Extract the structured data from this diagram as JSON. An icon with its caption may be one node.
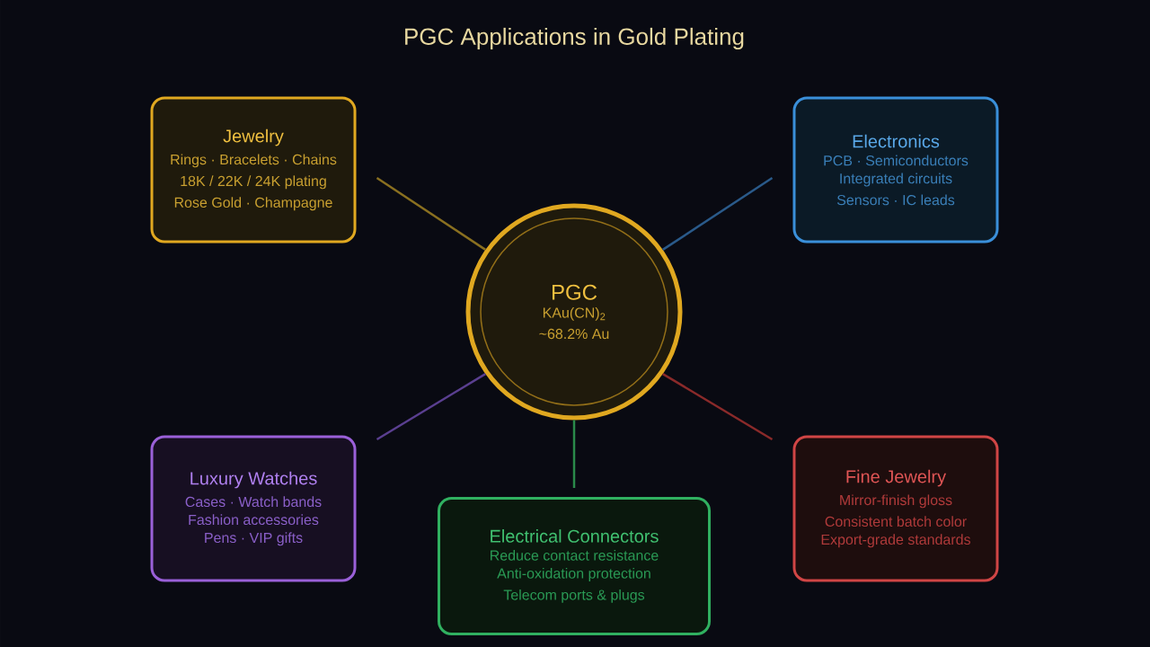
{
  "diagram": {
    "title": "PGC Applications in Gold Plating",
    "nodes": [
      {
        "text": [
          "Jewelry",
          "Rings · Bracelets · Chains",
          "18K / 22K / 24K plating",
          "Rose Gold · Champagne"
        ]
      },
      {
        "text": [
          "Electronics",
          "PCB · Semiconductors",
          "Integrated circuits",
          "Sensors · IC leads"
        ]
      },
      {
        "text": [
          "PGC",
          "KAu(CN)$_{2}$",
          "~68.2% Au"
        ]
      },
      {
        "text": [
          "Luxury Watches",
          "Cases · Watch bands",
          "Fashion accessories",
          "Pens · VIP gifts"
        ]
      },
      {
        "text": [
          "Fine Jewelry",
          "Mirror-finish gloss",
          "Consistent batch color",
          "Export-grade standards"
        ]
      },
      {
        "text": [
          "Electrical Connectors",
          "Reduce contact resistance",
          "Anti-oxidation protection",
          "Telecom ports & plugs"
        ]
      }
    ],
    "edges": [
      {
        "from": 2,
        "to": 0,
        "arrow": "none",
        "color": "#8a7020"
      },
      {
        "from": 2,
        "to": 1,
        "arrow": "none",
        "color": "#2a5a8a"
      },
      {
        "from": 2,
        "to": 3,
        "arrow": "none",
        "color": "#5a3f90"
      },
      {
        "from": 2,
        "to": 4,
        "arrow": "none",
        "color": "#8a2a2a"
      },
      {
        "from": 2,
        "to": 5,
        "arrow": "none",
        "color": "#2a8a4a"
      }
    ]
  }
}
